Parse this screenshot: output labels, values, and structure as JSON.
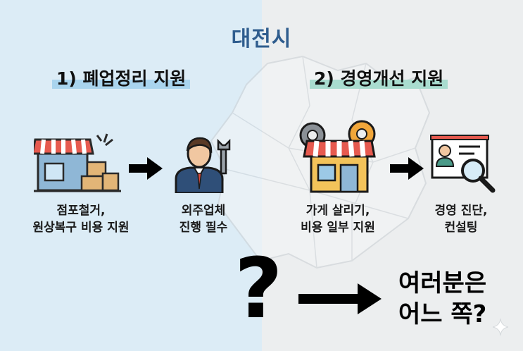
{
  "header": {
    "city": "대전시"
  },
  "sections": [
    {
      "heading": "1) 폐업정리 지원",
      "steps": [
        {
          "line1": "점포철거,",
          "line2": "원상복구 비용 지원"
        },
        {
          "line1": "외주업체",
          "line2": "진행 필수"
        }
      ]
    },
    {
      "heading": "2) 경영개선 지원",
      "steps": [
        {
          "line1": "가게 살리기,",
          "line2": "비용 일부 지원"
        },
        {
          "line1": "경영 진단,",
          "line2": "컨설팅"
        }
      ]
    }
  ],
  "bottom": {
    "symbol": "?",
    "line1": "여러분은",
    "line2": "어느 쪽?"
  },
  "colors": {
    "title": "#2f5d8e",
    "left_bg": "#dcecf6",
    "right_bg": "#eceeef",
    "left_highlight": "#a9d4ee",
    "right_highlight": "#a9dccf"
  },
  "icons": [
    "store-demolition-icon",
    "worker-wrench-icon",
    "store-gears-icon",
    "consulting-board-icon",
    "arrow-right-icon",
    "sparkle-icon"
  ]
}
